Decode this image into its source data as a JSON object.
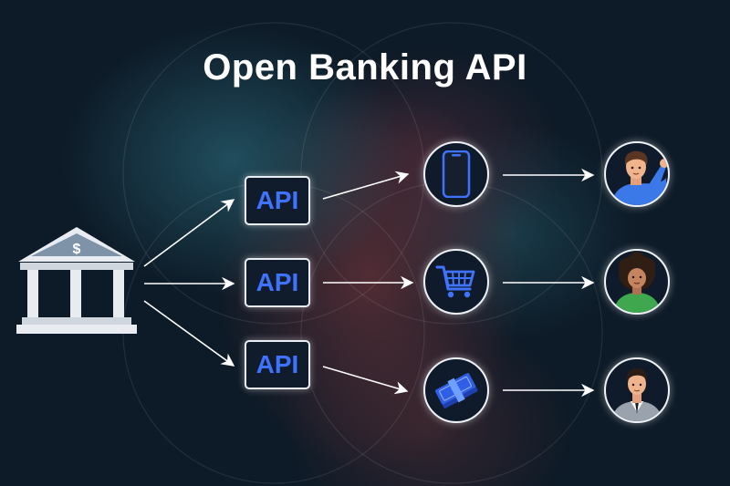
{
  "title": "Open Banking API",
  "bank": {
    "symbol": "$",
    "icon": "bank-icon"
  },
  "api_boxes": [
    {
      "label": "API"
    },
    {
      "label": "API"
    },
    {
      "label": "API"
    }
  ],
  "services": [
    {
      "icon": "smartphone-icon"
    },
    {
      "icon": "shopping-cart-icon"
    },
    {
      "icon": "money-stack-icon"
    }
  ],
  "users": [
    {
      "icon": "man-waving-avatar-icon"
    },
    {
      "icon": "woman-curly-hair-avatar-icon"
    },
    {
      "icon": "businessman-avatar-icon"
    }
  ],
  "colors": {
    "background": "#0d1a27",
    "api_text": "#3f72ff",
    "lines": "#ffffff"
  }
}
